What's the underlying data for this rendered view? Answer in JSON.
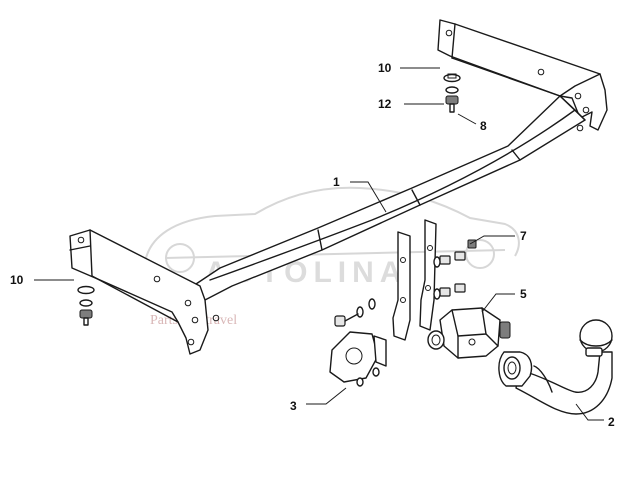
{
  "watermark": {
    "brand": "AUTOLINA",
    "tagline": "Parts and travel"
  },
  "callouts": [
    {
      "id": "1",
      "part": "crossbar"
    },
    {
      "id": "2",
      "part": "tow-ball-neck"
    },
    {
      "id": "3",
      "part": "socket-plate"
    },
    {
      "id": "5",
      "part": "ball-lock-mount"
    },
    {
      "id": "7",
      "part": "bolt-set"
    },
    {
      "id": "8",
      "part": "nut"
    },
    {
      "id": "10",
      "part": "washer"
    },
    {
      "id": "10",
      "part": "washer"
    },
    {
      "id": "12",
      "part": "spring-washer"
    }
  ],
  "colors": {
    "line": "#1a1a1a",
    "watermark": "#d7d7d7",
    "watermark_text": "#d9b7b7"
  }
}
